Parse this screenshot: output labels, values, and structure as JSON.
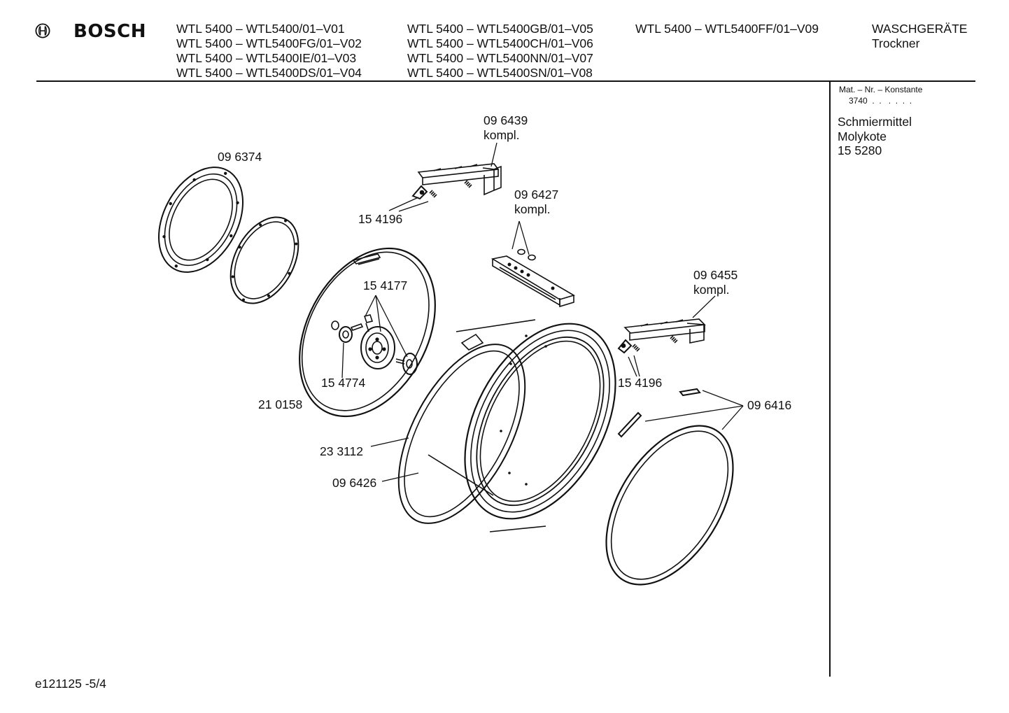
{
  "header": {
    "brand": "BOSCH",
    "models_col1": [
      "WTL 5400 – WTL5400/01–V01",
      "WTL 5400 – WTL5400FG/01–V02",
      "WTL 5400 – WTL5400IE/01–V03",
      "WTL 5400 – WTL5400DS/01–V04"
    ],
    "models_col2": [
      "WTL 5400 – WTL5400GB/01–V05",
      "WTL 5400 – WTL5400CH/01–V06",
      "WTL 5400 – WTL5400NN/01–V07",
      "WTL 5400 – WTL5400SN/01–V08"
    ],
    "models_col3": [
      "WTL 5400 – WTL5400FF/01–V09"
    ],
    "category": "WASCHGERÄTE",
    "subcategory": "Trockner"
  },
  "sidebar": {
    "mat_label": "Mat. – Nr. – Konstante",
    "mat_value": "3740  .  .   .  .  .  .",
    "lubricant": [
      "Schmiermittel",
      "Molykote",
      "15 5280"
    ]
  },
  "callouts": {
    "c_096439": [
      "09 6439",
      "kompl."
    ],
    "c_096374": "09 6374",
    "c_154196_top": "15 4196",
    "c_096427": [
      "09 6427",
      "kompl."
    ],
    "c_096455": [
      "09 6455",
      "kompl."
    ],
    "c_154177": "15 4177",
    "c_154774": "15 4774",
    "c_154196_right": "15 4196",
    "c_210158": "21 0158",
    "c_096416": "09 6416",
    "c_233112": "23 3112",
    "c_096426": "09 6426"
  },
  "footer": "e121125 -5/4"
}
